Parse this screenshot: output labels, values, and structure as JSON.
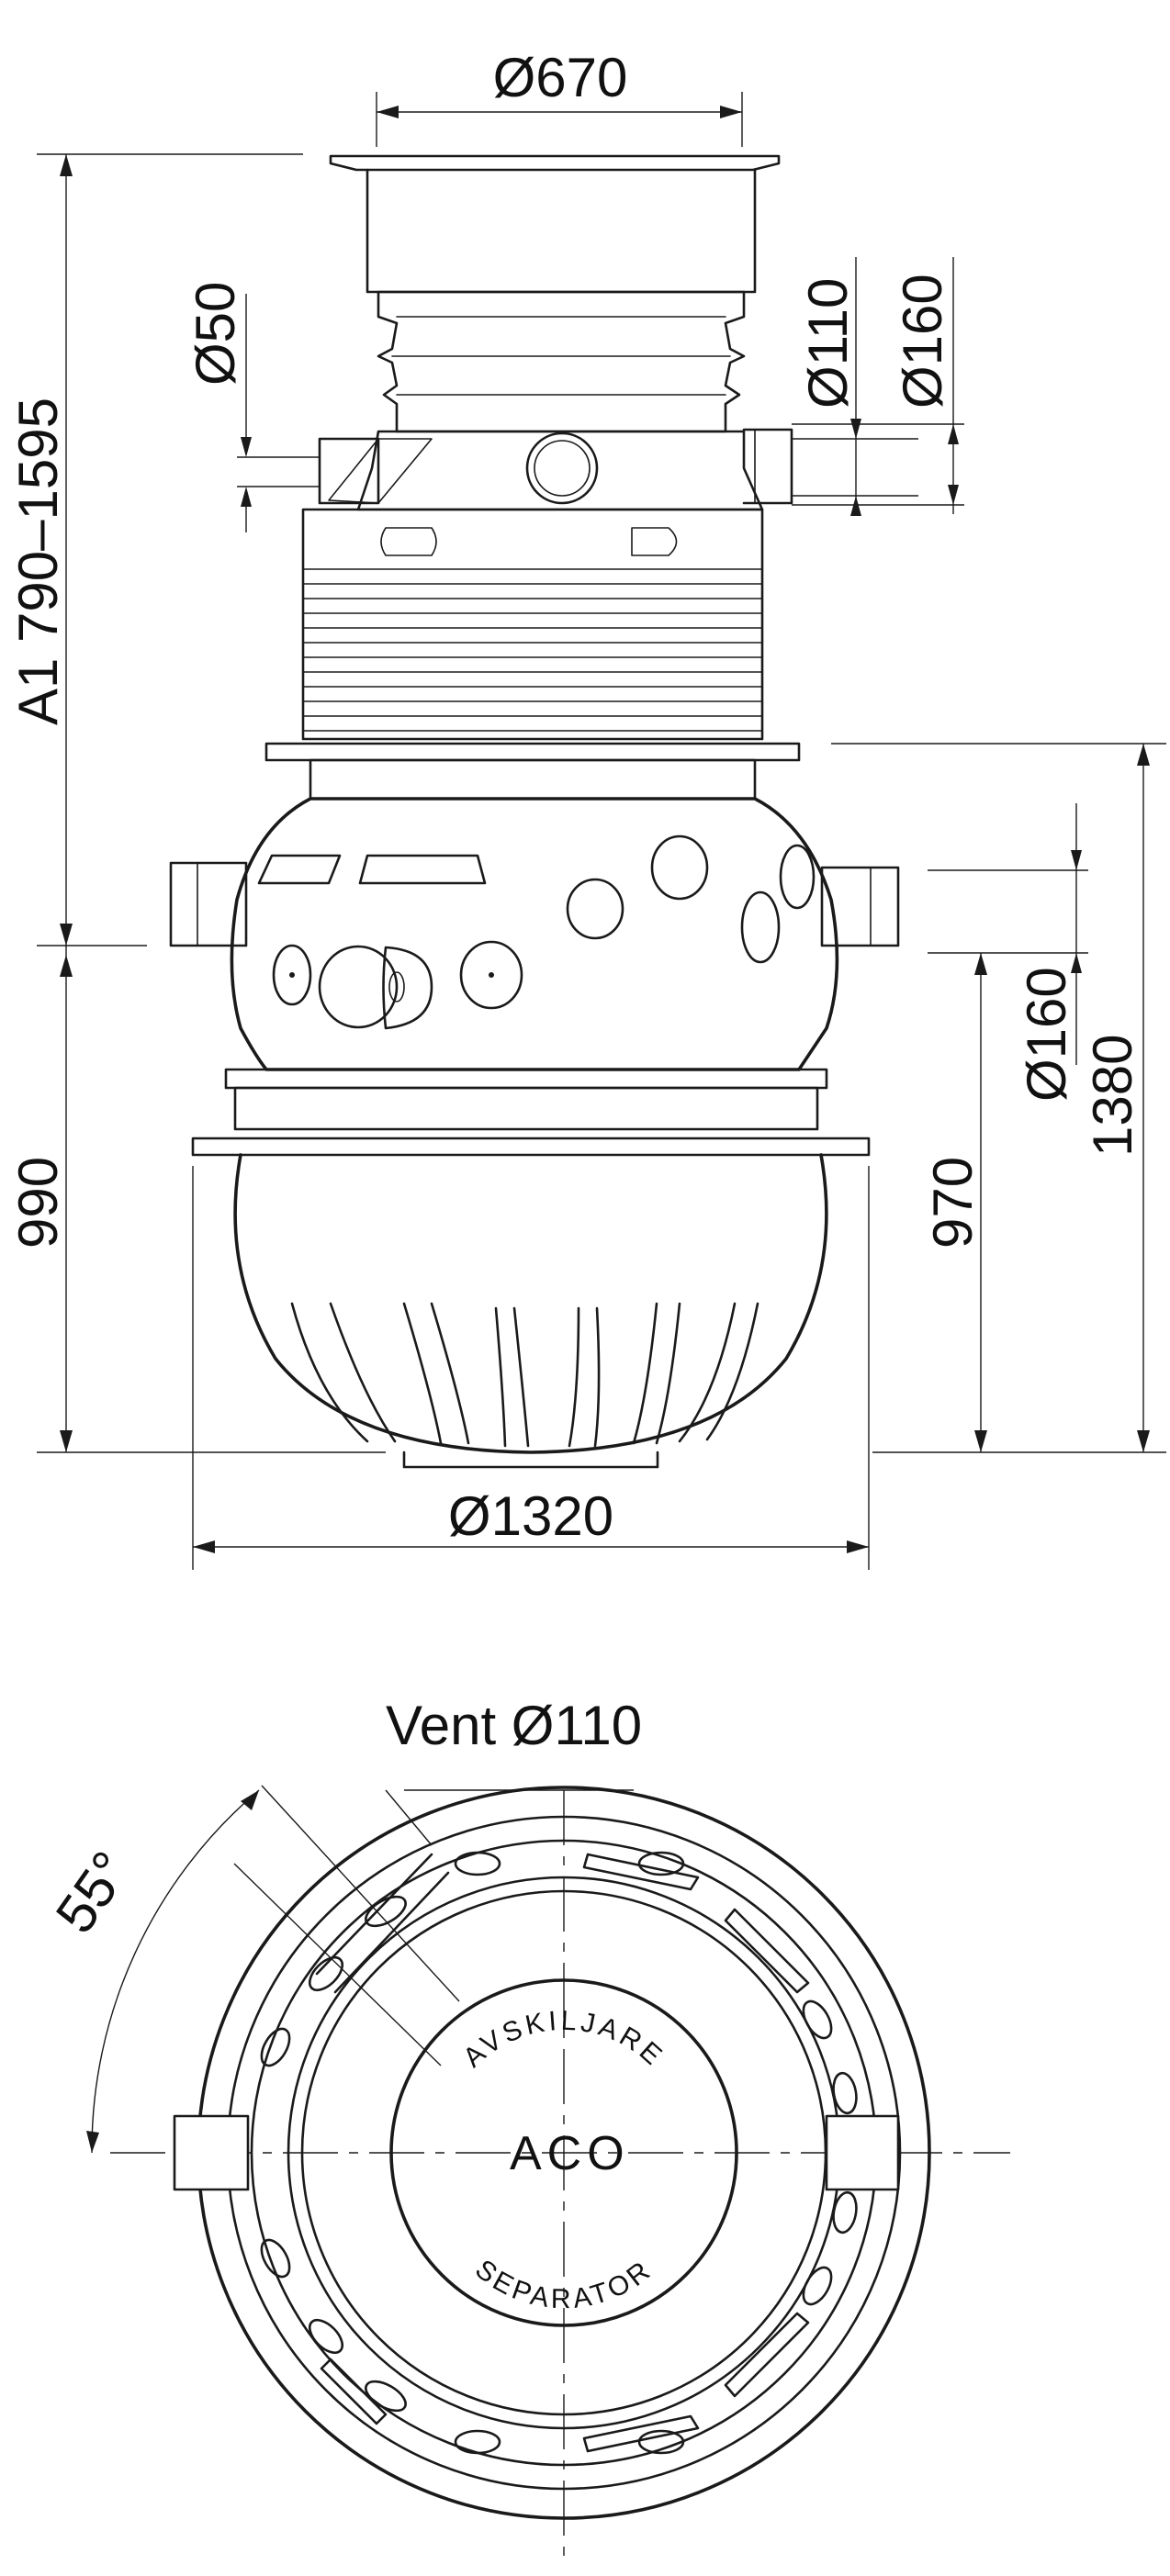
{
  "side_view": {
    "dim_top_diameter": "Ø670",
    "dim_vent_small": "Ø50",
    "dim_vent_110": "Ø110",
    "dim_pipe_160_top": "Ø160",
    "dim_height_a1": "A1  790–1595",
    "dim_height_990": "990",
    "dim_height_970": "970",
    "dim_pipe_160_side": "Ø160",
    "dim_height_1380": "1380",
    "dim_body_diameter": "Ø1320"
  },
  "top_view": {
    "vent_label": "Vent Ø110",
    "angle_label": "55°",
    "lid_arc_top": "AVSKILJARE",
    "lid_logo": "ACO",
    "lid_arc_bottom": "SEPARATOR"
  },
  "colors": {
    "line": "#1a1a1a",
    "background": "#ffffff"
  }
}
